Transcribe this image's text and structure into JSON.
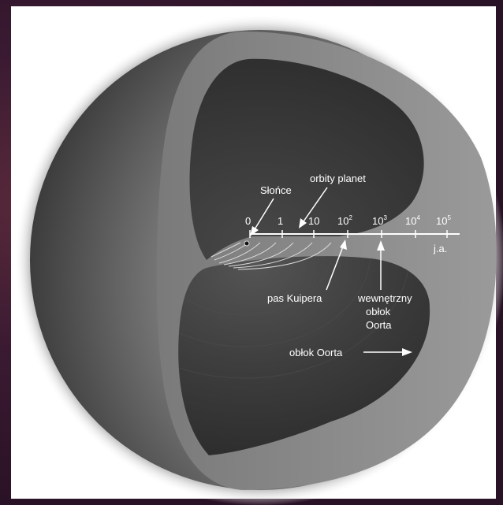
{
  "labels": {
    "sun": "Słońce",
    "planet_orbits": "orbity planet",
    "kuiper_belt": "pas Kuipera",
    "inner_oort_line1": "wewnętrzny",
    "inner_oort_line2": "obłok",
    "inner_oort_line3": "Oorta",
    "oort_cloud": "obłok Oorta",
    "unit": "j.a."
  },
  "scale": {
    "ticks": [
      {
        "base": "0",
        "exp": ""
      },
      {
        "base": "1",
        "exp": ""
      },
      {
        "base": "10",
        "exp": ""
      },
      {
        "base": "10",
        "exp": "2"
      },
      {
        "base": "10",
        "exp": "3"
      },
      {
        "base": "10",
        "exp": "4"
      },
      {
        "base": "10",
        "exp": "5"
      }
    ]
  },
  "colors": {
    "frame": "#2a1226",
    "panel": "#ffffff",
    "sphere_light": "#9a9a9a",
    "sphere_dark": "#3a3a3a",
    "shell": "#8a8a8a",
    "interior": "#3c3c3c",
    "text": "#ffffff"
  }
}
